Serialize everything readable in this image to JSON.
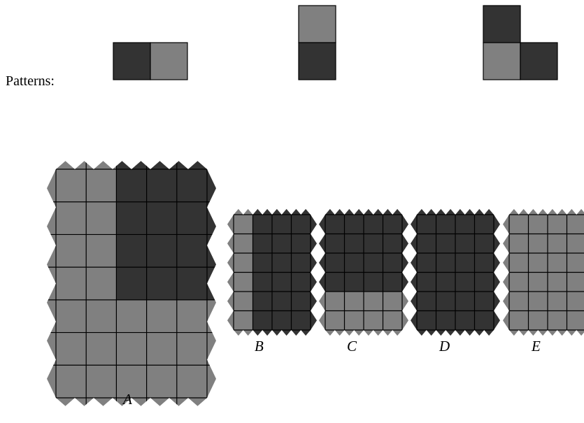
{
  "labels": {
    "patterns": "Patterns:"
  },
  "colors": {
    "dark": "#333333",
    "light": "#808080",
    "line": "#000000"
  },
  "patterns": [
    {
      "name": "pattern-horizontal-pair",
      "cells": [
        [
          "dark",
          "light"
        ]
      ]
    },
    {
      "name": "pattern-vertical-pair",
      "cells": [
        [
          "light"
        ],
        [
          "dark"
        ]
      ]
    },
    {
      "name": "pattern-l-shape",
      "cells": [
        [
          "dark",
          null
        ],
        [
          "light",
          "dark"
        ]
      ]
    }
  ],
  "options": [
    {
      "label": "A",
      "cells": [
        [
          "light",
          "light",
          "dark",
          "dark",
          "dark"
        ],
        [
          "light",
          "light",
          "dark",
          "dark",
          "dark"
        ],
        [
          "light",
          "light",
          "dark",
          "dark",
          "dark"
        ],
        [
          "light",
          "light",
          "dark",
          "dark",
          "dark"
        ],
        [
          "light",
          "light",
          "light",
          "light",
          "light"
        ],
        [
          "light",
          "light",
          "light",
          "light",
          "light"
        ],
        [
          "light",
          "light",
          "light",
          "light",
          "light"
        ]
      ]
    },
    {
      "label": "B",
      "cells": [
        [
          "light",
          "dark",
          "dark",
          "dark"
        ],
        [
          "light",
          "dark",
          "dark",
          "dark"
        ],
        [
          "light",
          "dark",
          "dark",
          "dark"
        ],
        [
          "light",
          "dark",
          "dark",
          "dark"
        ],
        [
          "light",
          "dark",
          "dark",
          "dark"
        ],
        [
          "light",
          "dark",
          "dark",
          "dark"
        ]
      ]
    },
    {
      "label": "C",
      "cells": [
        [
          "dark",
          "dark",
          "dark",
          "dark"
        ],
        [
          "dark",
          "dark",
          "dark",
          "dark"
        ],
        [
          "dark",
          "dark",
          "dark",
          "dark"
        ],
        [
          "dark",
          "dark",
          "dark",
          "dark"
        ],
        [
          "light",
          "light",
          "light",
          "light"
        ],
        [
          "light",
          "light",
          "light",
          "light"
        ]
      ]
    },
    {
      "label": "D",
      "cells": [
        [
          "dark",
          "dark",
          "dark",
          "dark"
        ],
        [
          "dark",
          "dark",
          "dark",
          "dark"
        ],
        [
          "dark",
          "dark",
          "dark",
          "dark"
        ],
        [
          "dark",
          "dark",
          "dark",
          "dark"
        ],
        [
          "dark",
          "dark",
          "dark",
          "dark"
        ],
        [
          "dark",
          "dark",
          "dark",
          "dark"
        ]
      ]
    },
    {
      "label": "E",
      "cells": [
        [
          "light",
          "light",
          "light",
          "light"
        ],
        [
          "light",
          "light",
          "light",
          "light"
        ],
        [
          "light",
          "light",
          "light",
          "light"
        ],
        [
          "light",
          "light",
          "light",
          "light"
        ],
        [
          "light",
          "light",
          "light",
          "light"
        ],
        [
          "light",
          "light",
          "light",
          "light"
        ]
      ]
    }
  ]
}
